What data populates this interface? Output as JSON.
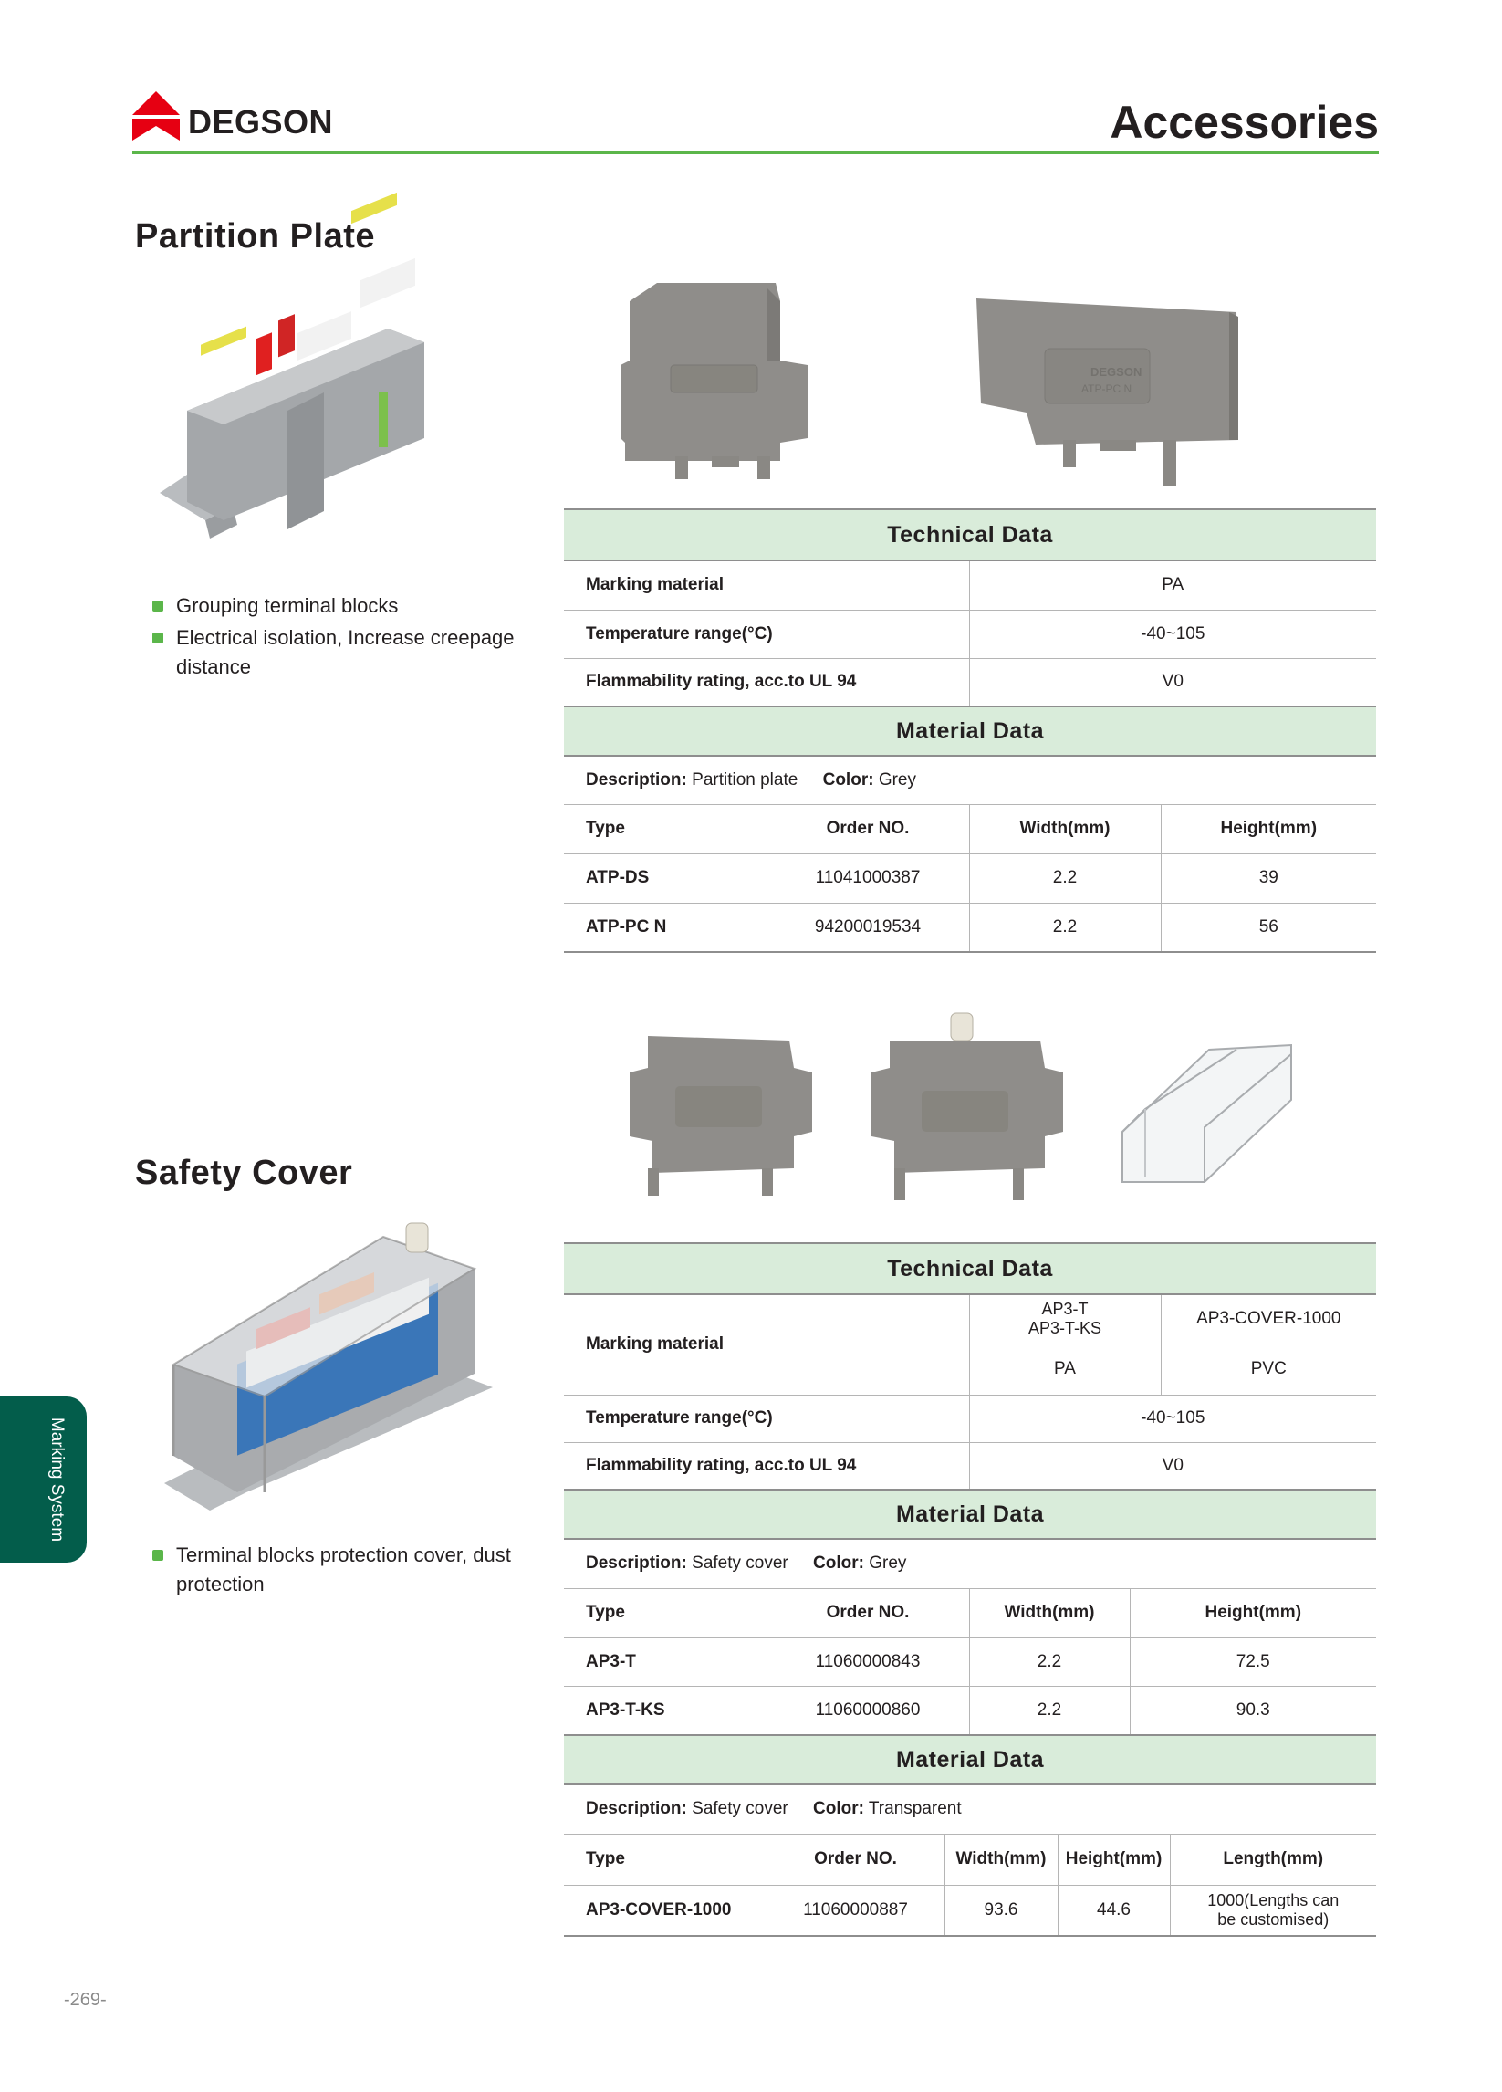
{
  "header": {
    "brand": "DEGSON",
    "title": "Accessories"
  },
  "partition_plate": {
    "title": "Partition Plate",
    "bullets": [
      "Grouping terminal blocks",
      "Electrical isolation, Increase creepage distance"
    ],
    "technical": {
      "heading": "Technical Data",
      "rows": [
        {
          "label": "Marking material",
          "value": "PA"
        },
        {
          "label": "Temperature range(°C)",
          "value": "-40~105"
        },
        {
          "label": "Flammability rating, acc.to UL 94",
          "value": "V0"
        }
      ]
    },
    "material": {
      "heading": "Material Data",
      "desc_label": "Description:",
      "desc_value": "Partition plate",
      "color_label": "Color:",
      "color_value": "Grey",
      "headers": [
        "Type",
        "Order NO.",
        "Width(mm)",
        "Height(mm)"
      ],
      "rows": [
        [
          "ATP-DS",
          "11041000387",
          "2.2",
          "39"
        ],
        [
          "ATP-PC N",
          "94200019534",
          "2.2",
          "56"
        ]
      ]
    }
  },
  "safety_cover": {
    "title": "Safety Cover",
    "bullets": [
      "Terminal blocks protection cover, dust protection"
    ],
    "technical": {
      "heading": "Technical Data",
      "marking_label": "Marking material",
      "col1_head": "AP3-T\nAP3-T-KS",
      "col2_head": "AP3-COVER-1000",
      "col1_value": "PA",
      "col2_value": "PVC",
      "rows": [
        {
          "label": "Temperature range(°C)",
          "value": "-40~105"
        },
        {
          "label": "Flammability rating, acc.to UL 94",
          "value": "V0"
        }
      ]
    },
    "material_grey": {
      "heading": "Material Data",
      "desc_label": "Description:",
      "desc_value": "Safety cover",
      "color_label": "Color:",
      "color_value": "Grey",
      "headers": [
        "Type",
        "Order NO.",
        "Width(mm)",
        "Height(mm)"
      ],
      "rows": [
        [
          "AP3-T",
          "11060000843",
          "2.2",
          "72.5"
        ],
        [
          "AP3-T-KS",
          "11060000860",
          "2.2",
          "90.3"
        ]
      ]
    },
    "material_transparent": {
      "heading": "Material Data",
      "desc_label": "Description:",
      "desc_value": "Safety cover",
      "color_label": "Color:",
      "color_value": "Transparent",
      "headers": [
        "Type",
        "Order NO.",
        "Width(mm)",
        "Height(mm)",
        "Length(mm)"
      ],
      "rows": [
        [
          "AP3-COVER-1000",
          "11060000887",
          "93.6",
          "44.6",
          "1000(Lengths can\nbe customised)"
        ]
      ]
    }
  },
  "logo_marks": {
    "plate_logo": "DEGSON",
    "plate_code": "ATP-PC N"
  },
  "side_tab": "Marking System",
  "page_number": "-269-",
  "colors": {
    "accent_green": "#5bb64a",
    "band_green": "#d9ecda",
    "brand_red": "#e60012",
    "tab_green": "#035d4b"
  }
}
